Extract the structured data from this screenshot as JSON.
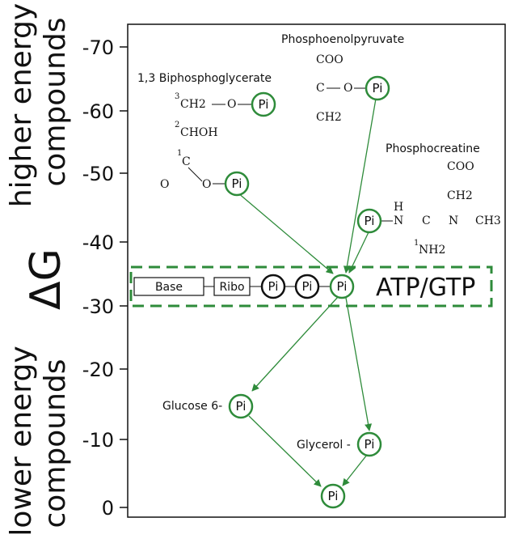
{
  "axis": {
    "ticks": [
      "-70",
      "-60",
      "-50",
      "-40",
      "-30",
      "-20",
      "-10",
      "0"
    ],
    "symbol": "ΔG",
    "upper_label_line1": "higher energy",
    "upper_label_line2": "compounds",
    "lower_label_line1": "lower energy",
    "lower_label_line2": "compounds"
  },
  "pi": "Pi",
  "bpg": {
    "name": "1,3 Biphosphoglycerate",
    "c3": "3",
    "ch2": "CH2",
    "o1": "O",
    "c2": "2",
    "chohh": "CHOH",
    "c1": "1",
    "c": "C",
    "o_left": "O",
    "o2": "O"
  },
  "pep": {
    "name": "Phosphoenolpyruvate",
    "coo": "COO",
    "c": "C",
    "o": "O",
    "ch2": "CH2"
  },
  "pcr": {
    "name": "Phosphocreatine",
    "coo": "COO",
    "ch2": "CH2",
    "h": "H",
    "n1": "N",
    "c": "C",
    "n2": "N",
    "ch3": "CH3",
    "nh2_sup": "1",
    "nh2": "NH2"
  },
  "atp": {
    "base": "Base",
    "ribo": "Ribo",
    "label": "ATP/GTP"
  },
  "glucose": {
    "name": "Glucose 6-"
  },
  "glycerol": {
    "name": "Glycerol -"
  },
  "colors": {
    "green": "#2e8b3a",
    "black": "#111111"
  }
}
